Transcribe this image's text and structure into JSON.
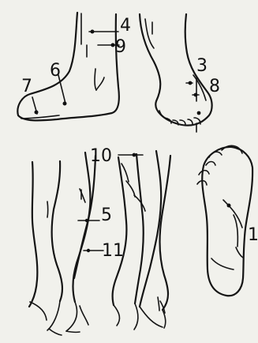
{
  "labels": {
    "l1": "1",
    "l3": "3",
    "l4": "4",
    "l5": "5",
    "l6": "6",
    "l7": "7",
    "l8": "8",
    "l9": "9",
    "l10": "10",
    "l11": "11"
  }
}
